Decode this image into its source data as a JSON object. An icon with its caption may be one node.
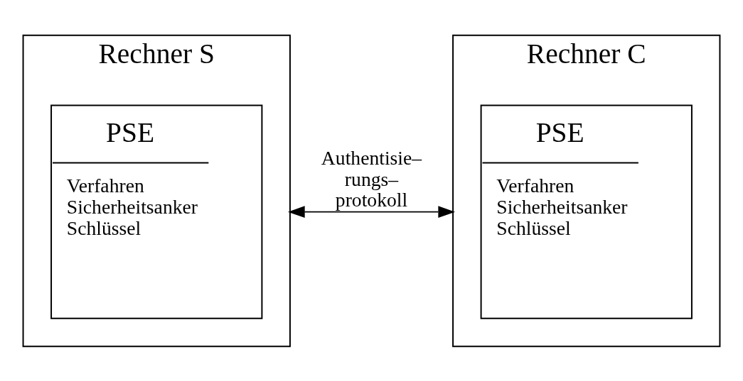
{
  "diagram": {
    "nodes": [
      {
        "text": [
          "Rechner S"
        ]
      },
      {
        "text": [
          "PSE",
          "Verfahren",
          "Sicherheitsanker",
          "Schlüssel"
        ],
        "in": 0
      },
      {
        "text": [
          "Rechner C"
        ]
      },
      {
        "text": [
          "PSE",
          "Verfahren",
          "Sicherheitsanker",
          "Schlüssel"
        ],
        "in": 2
      }
    ],
    "edges": [
      {
        "from": 0,
        "to": 2,
        "arrow": "both",
        "label": "Authentisie– rungs– protokoll"
      }
    ]
  }
}
